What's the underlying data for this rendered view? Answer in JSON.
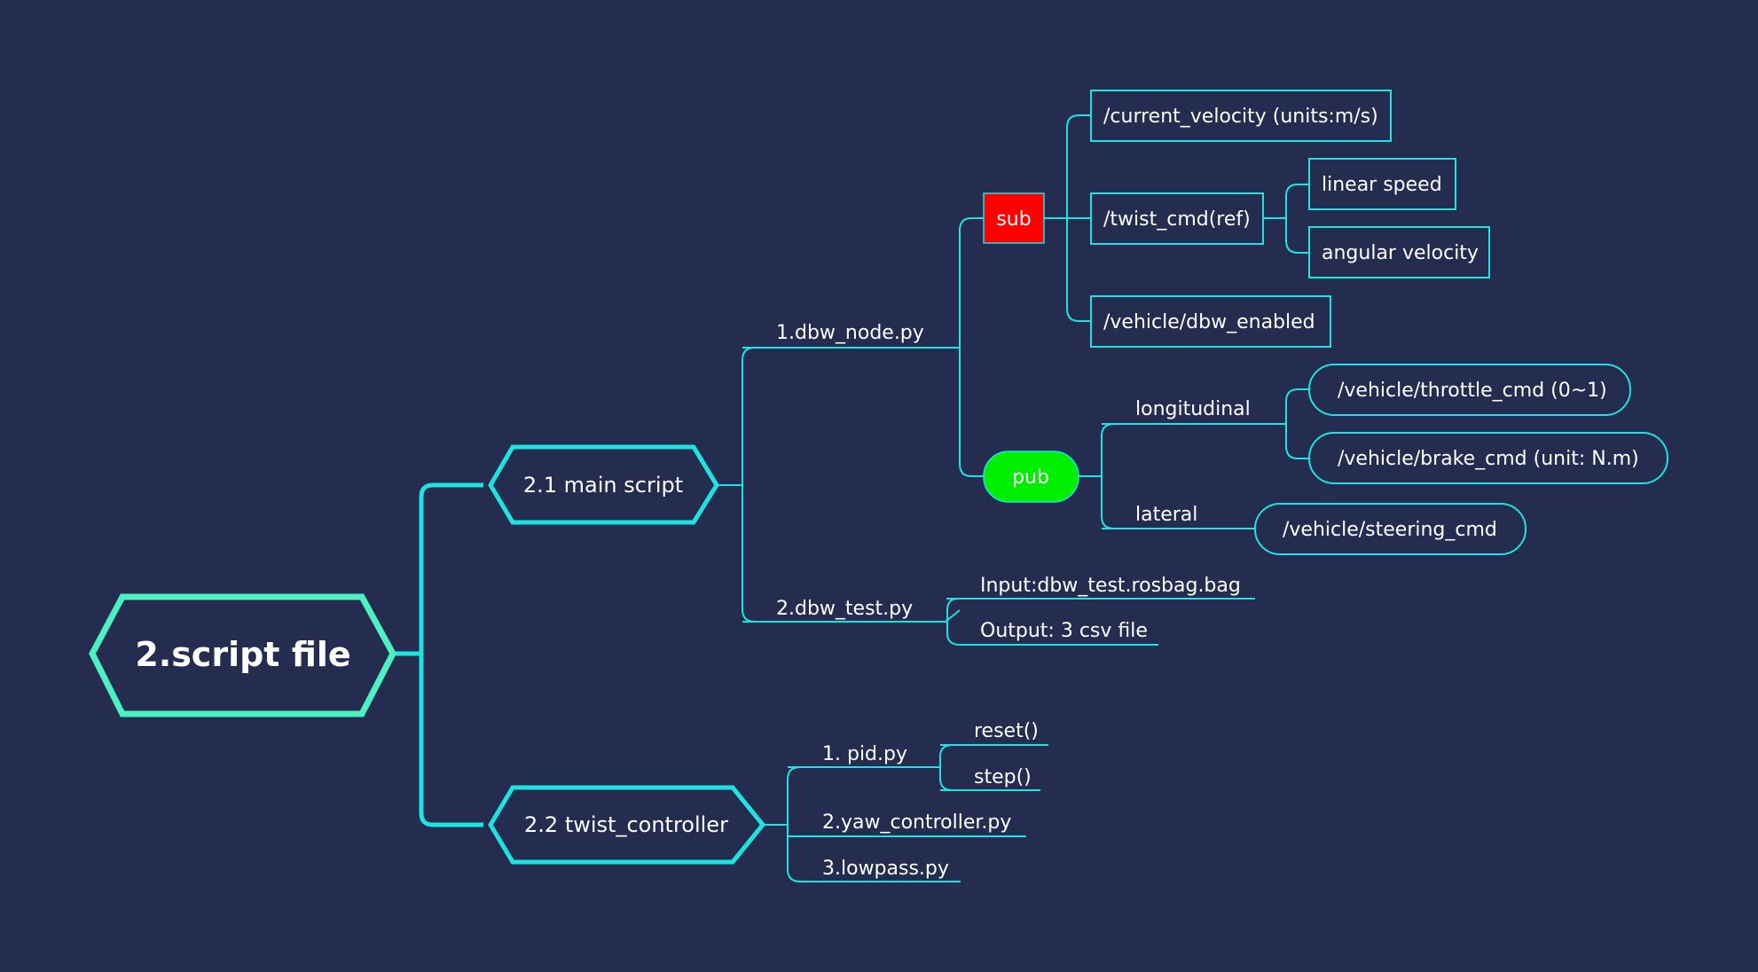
{
  "colors": {
    "background": "#242c4f",
    "branch_line": "#1de3e3",
    "root_border": "#4df0c0",
    "sub_fill": "#ff0000",
    "pub_fill": "#00ee00",
    "text": "#ffffff"
  },
  "root": {
    "label": "2.script file"
  },
  "main_script": {
    "label": "2.1 main script",
    "dbw_node": {
      "label": "1.dbw_node.py",
      "sub": {
        "label": "sub",
        "topics": {
          "current_velocity": "/current_velocity (units:m/s)",
          "twist_cmd": "/twist_cmd(ref)",
          "linear_speed": "linear speed",
          "angular_velocity": "angular velocity",
          "dbw_enabled": "/vehicle/dbw_enabled"
        }
      },
      "pub": {
        "label": "pub",
        "longitudinal": "longitudinal",
        "throttle_cmd": "/vehicle/throttle_cmd (0~1)",
        "brake_cmd": "/vehicle/brake_cmd (unit: N.m)",
        "lateral": "lateral",
        "steering_cmd": "/vehicle/steering_cmd"
      }
    },
    "dbw_test": {
      "label": "2.dbw_test.py",
      "input": "Input:dbw_test.rosbag.bag",
      "output": "Output: 3 csv file"
    }
  },
  "twist_controller": {
    "label": "2.2 twist_controller",
    "pid": {
      "label": "1. pid.py",
      "reset": "reset()",
      "step": "step()"
    },
    "yaw_controller": "2.yaw_controller.py",
    "lowpass": "3.lowpass.py"
  }
}
